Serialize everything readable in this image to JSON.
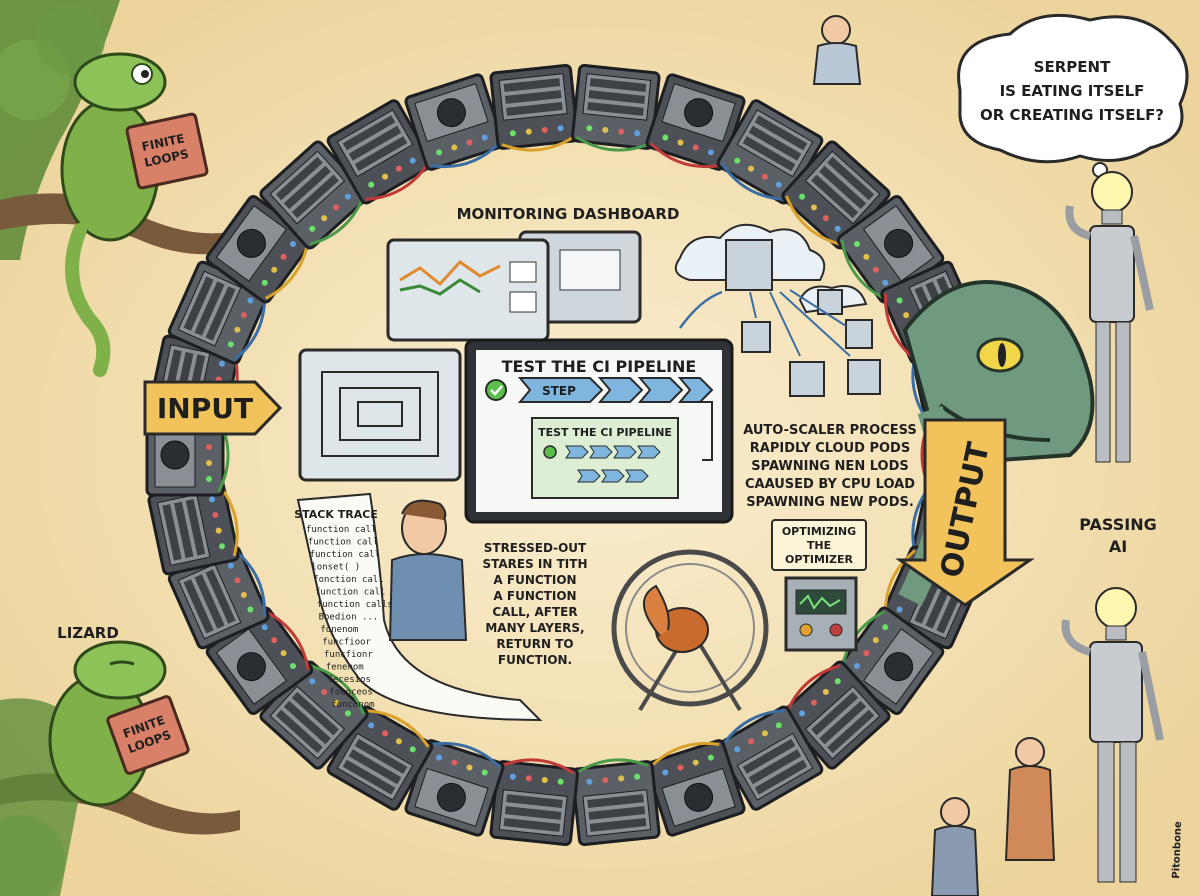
{
  "thought_bubble": {
    "lines": [
      "SERPENT",
      "IS EATING ITSELF",
      "OR CREATING ITSELF?"
    ]
  },
  "labels": {
    "monitoring_dashboard": "MONITORING DASHBOARD",
    "input": "INPUT",
    "output": "OUTPUT",
    "lizard": "LIZARD",
    "passing_ai": [
      "PASSING",
      "AI"
    ]
  },
  "books": {
    "top": [
      "FINITE",
      "LOOPS"
    ],
    "bottom": [
      "FINITE",
      "LOOPS"
    ]
  },
  "ci_pipeline": {
    "title": "TEST THE CI PIPELINE",
    "step_label": "STEP",
    "nested_title": "TEST THE CI PIPELINE"
  },
  "autoscaler": {
    "lines": [
      "AUTO-SCALER PROCESS",
      "RAPIDLY CLOUD PODS",
      "SPAWNING NEN LODS",
      "CAAUSED BY CPU LOAD",
      "SPAWNING NEW PODS."
    ]
  },
  "optimizer": {
    "lines": [
      "OPTIMIZING",
      "THE",
      "OPTIMIZER"
    ]
  },
  "stack_trace": {
    "title": "STACK TRACE",
    "lines": [
      "function call",
      "function call",
      "function call",
      "lonset( )",
      "fonction call",
      "function call",
      "function calls",
      "Boedion ...",
      "fonenom",
      "funcfioor",
      "funcfionr",
      "fenenom",
      "fecesios",
      "fococeos",
      "fonconom"
    ]
  },
  "stressed_caption": {
    "lines": [
      "STRESSED-OUT",
      "STARES IN TITH",
      "A FUNCTION",
      "A FUNCTION",
      "CALL, AFTER",
      "MANY LAYERS,",
      "RETURN TO",
      "FUNCTION."
    ]
  },
  "signature": "Pitonbone",
  "colors": {
    "background": "#f3e3b8",
    "server": "#5b5f66",
    "lizard": "#7fb04a",
    "serpent": "#6f9a80",
    "arrow": "#f2c35a",
    "step": "#7fb6e0"
  }
}
